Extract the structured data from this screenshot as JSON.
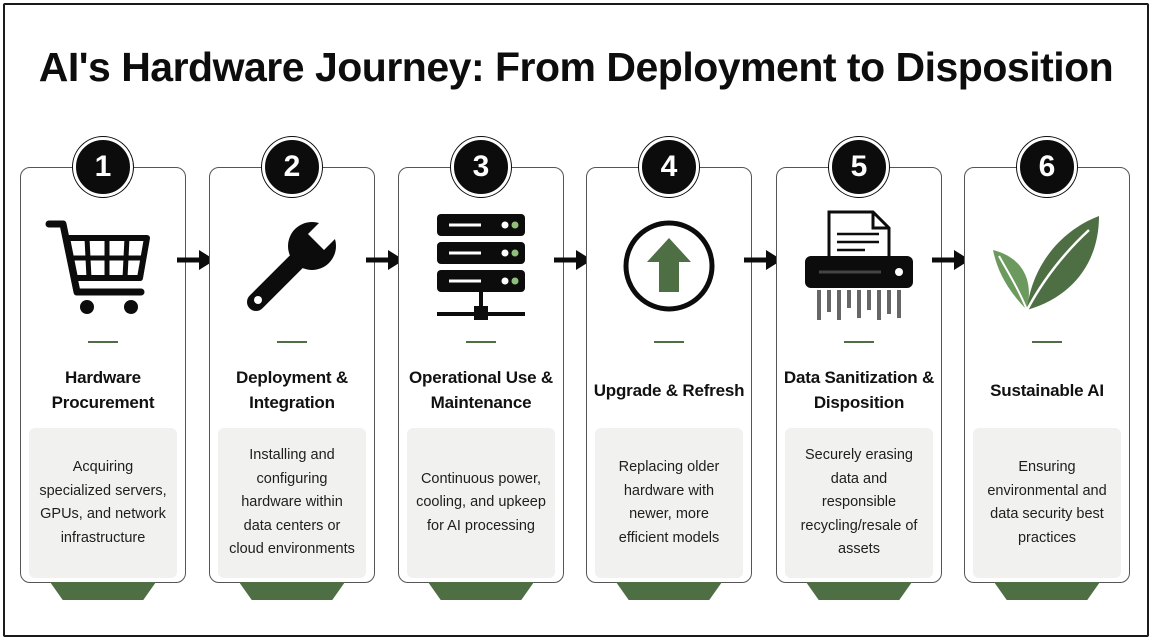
{
  "title": "AI's Hardware Journey: From Deployment to Disposition",
  "colors": {
    "accent": "#4e6e44",
    "dark": "#0c0c0c",
    "box": "#f1f1ef"
  },
  "steps": [
    {
      "number": "1",
      "icon": "shopping-cart-icon",
      "title": "Hardware Procurement",
      "description": "Acquiring specialized servers, GPUs, and network infrastructure"
    },
    {
      "number": "2",
      "icon": "wrench-icon",
      "title": "Deployment & Integration",
      "description": "Installing and configuring hardware within data centers or cloud environments"
    },
    {
      "number": "3",
      "icon": "server-rack-icon",
      "title": "Operational Use & Maintenance",
      "description": "Continuous power, cooling, and upkeep for AI processing"
    },
    {
      "number": "4",
      "icon": "upgrade-arrow-icon",
      "title": "Upgrade & Refresh",
      "description": "Replacing older hardware with newer, more efficient models"
    },
    {
      "number": "5",
      "icon": "paper-shredder-icon",
      "title": "Data Sanitization & Disposition",
      "description": "Securely erasing data and responsible recycling/resale of assets"
    },
    {
      "number": "6",
      "icon": "leaf-icon",
      "title": "Sustainable AI",
      "description": "Ensuring environmental and data security best practices"
    }
  ]
}
